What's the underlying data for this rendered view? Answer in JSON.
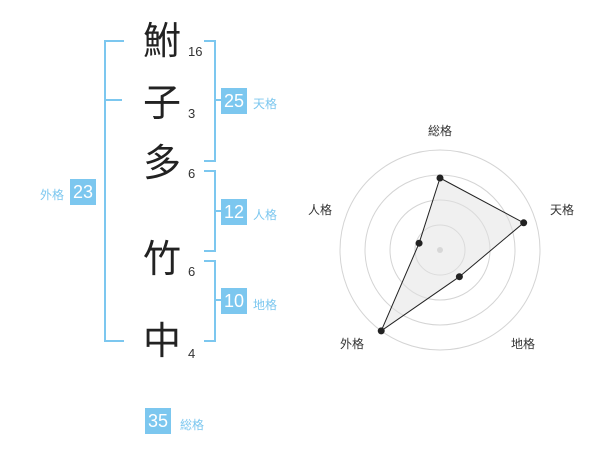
{
  "name_chars": [
    {
      "char": "鮒",
      "strokes": "16"
    },
    {
      "char": "子",
      "strokes": "3"
    },
    {
      "char": "多",
      "strokes": "6"
    },
    {
      "char": "竹",
      "strokes": "6"
    },
    {
      "char": "中",
      "strokes": "4"
    }
  ],
  "scores": {
    "tenkaku": {
      "value": "25",
      "label": "天格"
    },
    "jinkaku": {
      "value": "12",
      "label": "人格"
    },
    "chikaku": {
      "value": "10",
      "label": "地格"
    },
    "gaikaku": {
      "value": "23",
      "label": "外格"
    },
    "soukaku": {
      "value": "35",
      "label": "総格"
    }
  },
  "colors": {
    "accent": "#7cc7ef",
    "radar_fill": "#eeeeee",
    "radar_stroke": "#222222"
  },
  "chart_data": {
    "type": "radar",
    "axes": [
      "総格",
      "天格",
      "地格",
      "外格",
      "人格"
    ],
    "values": [
      0.72,
      0.88,
      0.33,
      1.0,
      0.22
    ],
    "rings": 4
  }
}
